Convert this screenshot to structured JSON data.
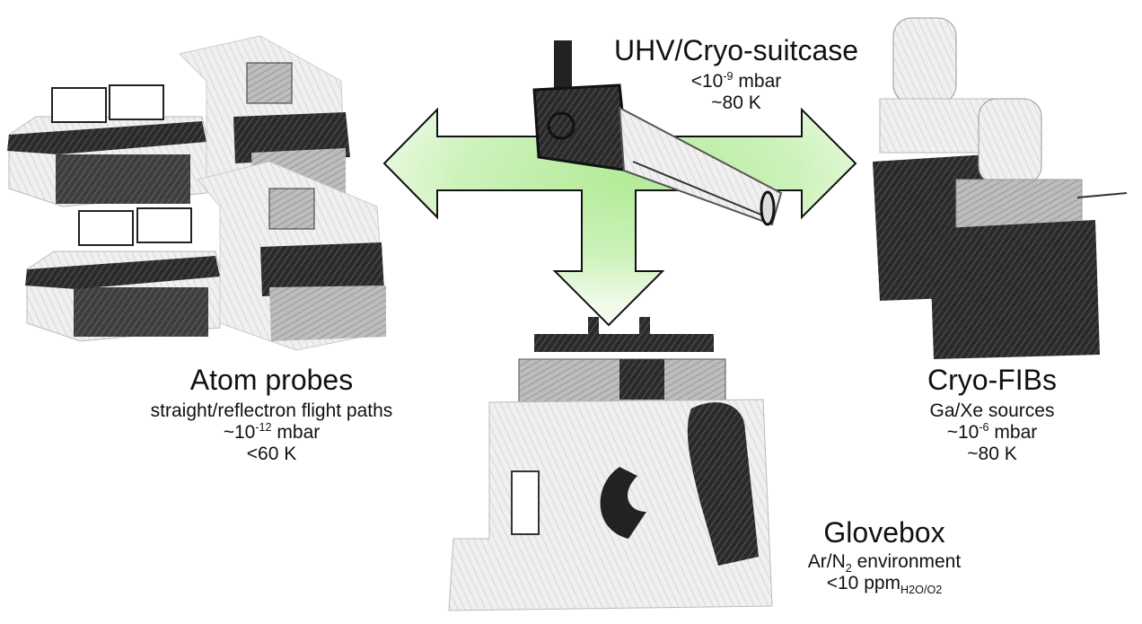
{
  "diagram": {
    "arrow_color_center": "#b5ec9a",
    "arrow_color_edge": "#eef9e8",
    "arrow_outline": "#111111"
  },
  "nodes": {
    "suitcase": {
      "title": "UHV/Cryo-suitcase",
      "pressure_prefix": "<10",
      "pressure_exp": "-9",
      "pressure_unit": " mbar",
      "temperature": "~80 K"
    },
    "atom_probes": {
      "title": "Atom probes",
      "detail": "straight/reflectron flight paths",
      "pressure_prefix": "~10",
      "pressure_exp": "-12",
      "pressure_unit": " mbar",
      "temperature": "<60 K"
    },
    "cryo_fibs": {
      "title": "Cryo-FIBs",
      "detail": "Ga/Xe sources",
      "pressure_prefix": "~10",
      "pressure_exp": "-6",
      "pressure_unit": " mbar",
      "temperature": "~80 K"
    },
    "glovebox": {
      "title": "Glovebox",
      "env_prefix": "Ar/N",
      "env_sub": "2",
      "env_suffix": " environment",
      "purity_prefix": "<10 ppm",
      "purity_sub": "H2O/O2"
    }
  }
}
